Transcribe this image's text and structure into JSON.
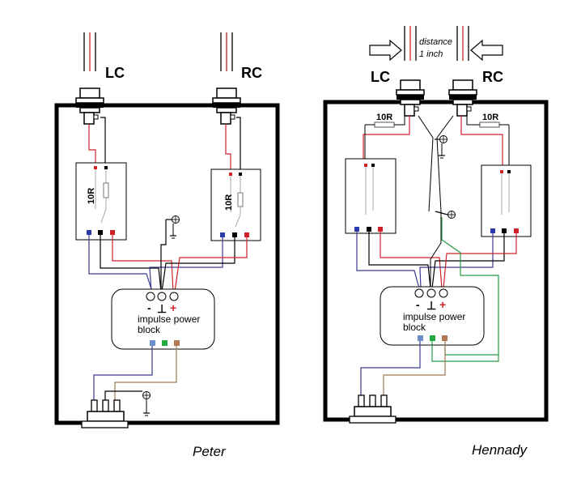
{
  "left": {
    "lc_label": "LC",
    "rc_label": "RC",
    "resistor_left": "10R",
    "resistor_right": "10R",
    "block_line1": "impulse power",
    "block_line2": "block",
    "minus": "-",
    "ground_sym": "⊥",
    "plus": "+",
    "signature": "Peter"
  },
  "right": {
    "lc_label": "LC",
    "rc_label": "RC",
    "distance_line1": "distance",
    "distance_line2": "1  inch",
    "resistor_left": "10R",
    "resistor_right": "10R",
    "block_line1": "impulse power",
    "block_line2": "block",
    "minus": "-",
    "ground_sym": "⊥",
    "plus": "+",
    "signature": "Hennady"
  },
  "colors": {
    "red": "#d0202a",
    "blue": "#2a3aa8",
    "black": "#000000",
    "navy_wire": "#3a3a90",
    "brown_wire": "#a07850",
    "green_wire": "#2a9a4a",
    "pad_blue": "#6e8ec8",
    "pad_green": "#22aa44",
    "pad_brown": "#b07a55"
  }
}
